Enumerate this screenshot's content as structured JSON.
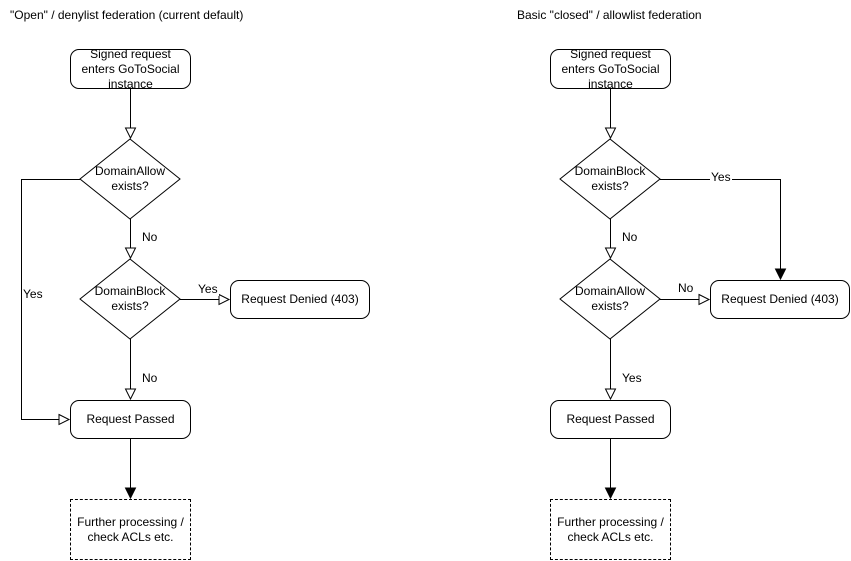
{
  "colors": {
    "stroke": "#000000",
    "node_fill": "#ffffff",
    "text": "#000000",
    "background": "#ffffff"
  },
  "left_chart": {
    "title": "\"Open\" / denylist federation (current default)",
    "nodes": {
      "start": "Signed request enters GoToSocial instance",
      "decision1": "DomainAllow exists?",
      "decision2": "DomainBlock exists?",
      "denied": "Request Denied (403)",
      "passed": "Request Passed",
      "further": "Further processing / check ACLs etc."
    },
    "edge_labels": {
      "d1_no": "No",
      "d1_yes": "Yes",
      "d2_yes": "Yes",
      "d2_no": "No"
    }
  },
  "right_chart": {
    "title": "Basic \"closed\" / allowlist federation",
    "nodes": {
      "start": "Signed request enters GoToSocial instance",
      "decision1": "DomainBlock exists?",
      "decision2": "DomainAllow exists?",
      "denied": "Request Denied (403)",
      "passed": "Request Passed",
      "further": "Further processing / check ACLs etc."
    },
    "edge_labels": {
      "d1_yes": "Yes",
      "d1_no": "No",
      "d2_no": "No",
      "d2_yes": "Yes"
    }
  }
}
